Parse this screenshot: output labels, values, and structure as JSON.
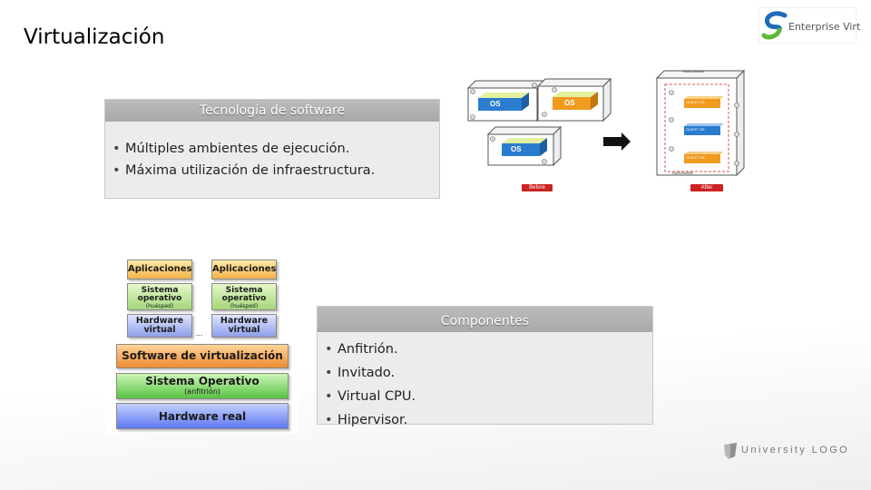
{
  "slide": {
    "title": "Virtualización"
  },
  "logo": {
    "text": "Enterprise Virt",
    "brand_colors": [
      "#1e6bb8",
      "#5db833"
    ]
  },
  "panel_software": {
    "header": "Tecnología de software",
    "bullets": [
      "Múltiples ambientes de ejecución.",
      "Máxima utilización de infraestructura."
    ]
  },
  "panel_components": {
    "header": "Componentes",
    "bullets": [
      "Anfitrión.",
      "Invitado.",
      "Virtual CPU.",
      "Hipervisor."
    ]
  },
  "diagram_before_after": {
    "before_label": "Before",
    "after_label": "After",
    "os_label": "OS",
    "guest_label": "GUEST OS",
    "hardware_label": "HARDWARE"
  },
  "stack": {
    "apps_label": "Aplicaciones",
    "guest_os_label": "Sistema operativo",
    "guest_os_sub": "(huésped)",
    "virtual_hw_label": "Hardware virtual",
    "virt_software_label": "Software de virtualización",
    "host_os_label": "Sistema Operativo",
    "host_os_sub": "(anfitrión)",
    "real_hw_label": "Hardware real",
    "ellipsis": "..."
  },
  "footer_logo": {
    "text": "University LOGO"
  }
}
